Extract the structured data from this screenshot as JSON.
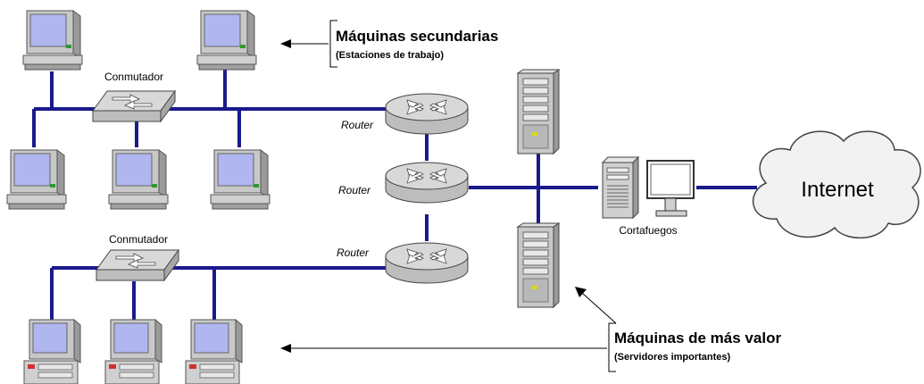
{
  "labels": {
    "switch_top": "Conmutador",
    "switch_bottom": "Conmutador",
    "router_top": "Router",
    "router_mid": "Router",
    "router_bottom": "Router",
    "firewall": "Cortafuegos",
    "internet": "Internet"
  },
  "annotations": {
    "secondary": {
      "title": "Máquinas secundarias",
      "subtitle": "(Estaciones de trabajo)"
    },
    "valuable": {
      "title": "Máquinas de más valor",
      "subtitle": "(Servidores importantes)"
    }
  },
  "colors": {
    "network_line": "#1a1a8c",
    "screen": "#b0b6f0",
    "device_body": "#c8c8c8"
  }
}
